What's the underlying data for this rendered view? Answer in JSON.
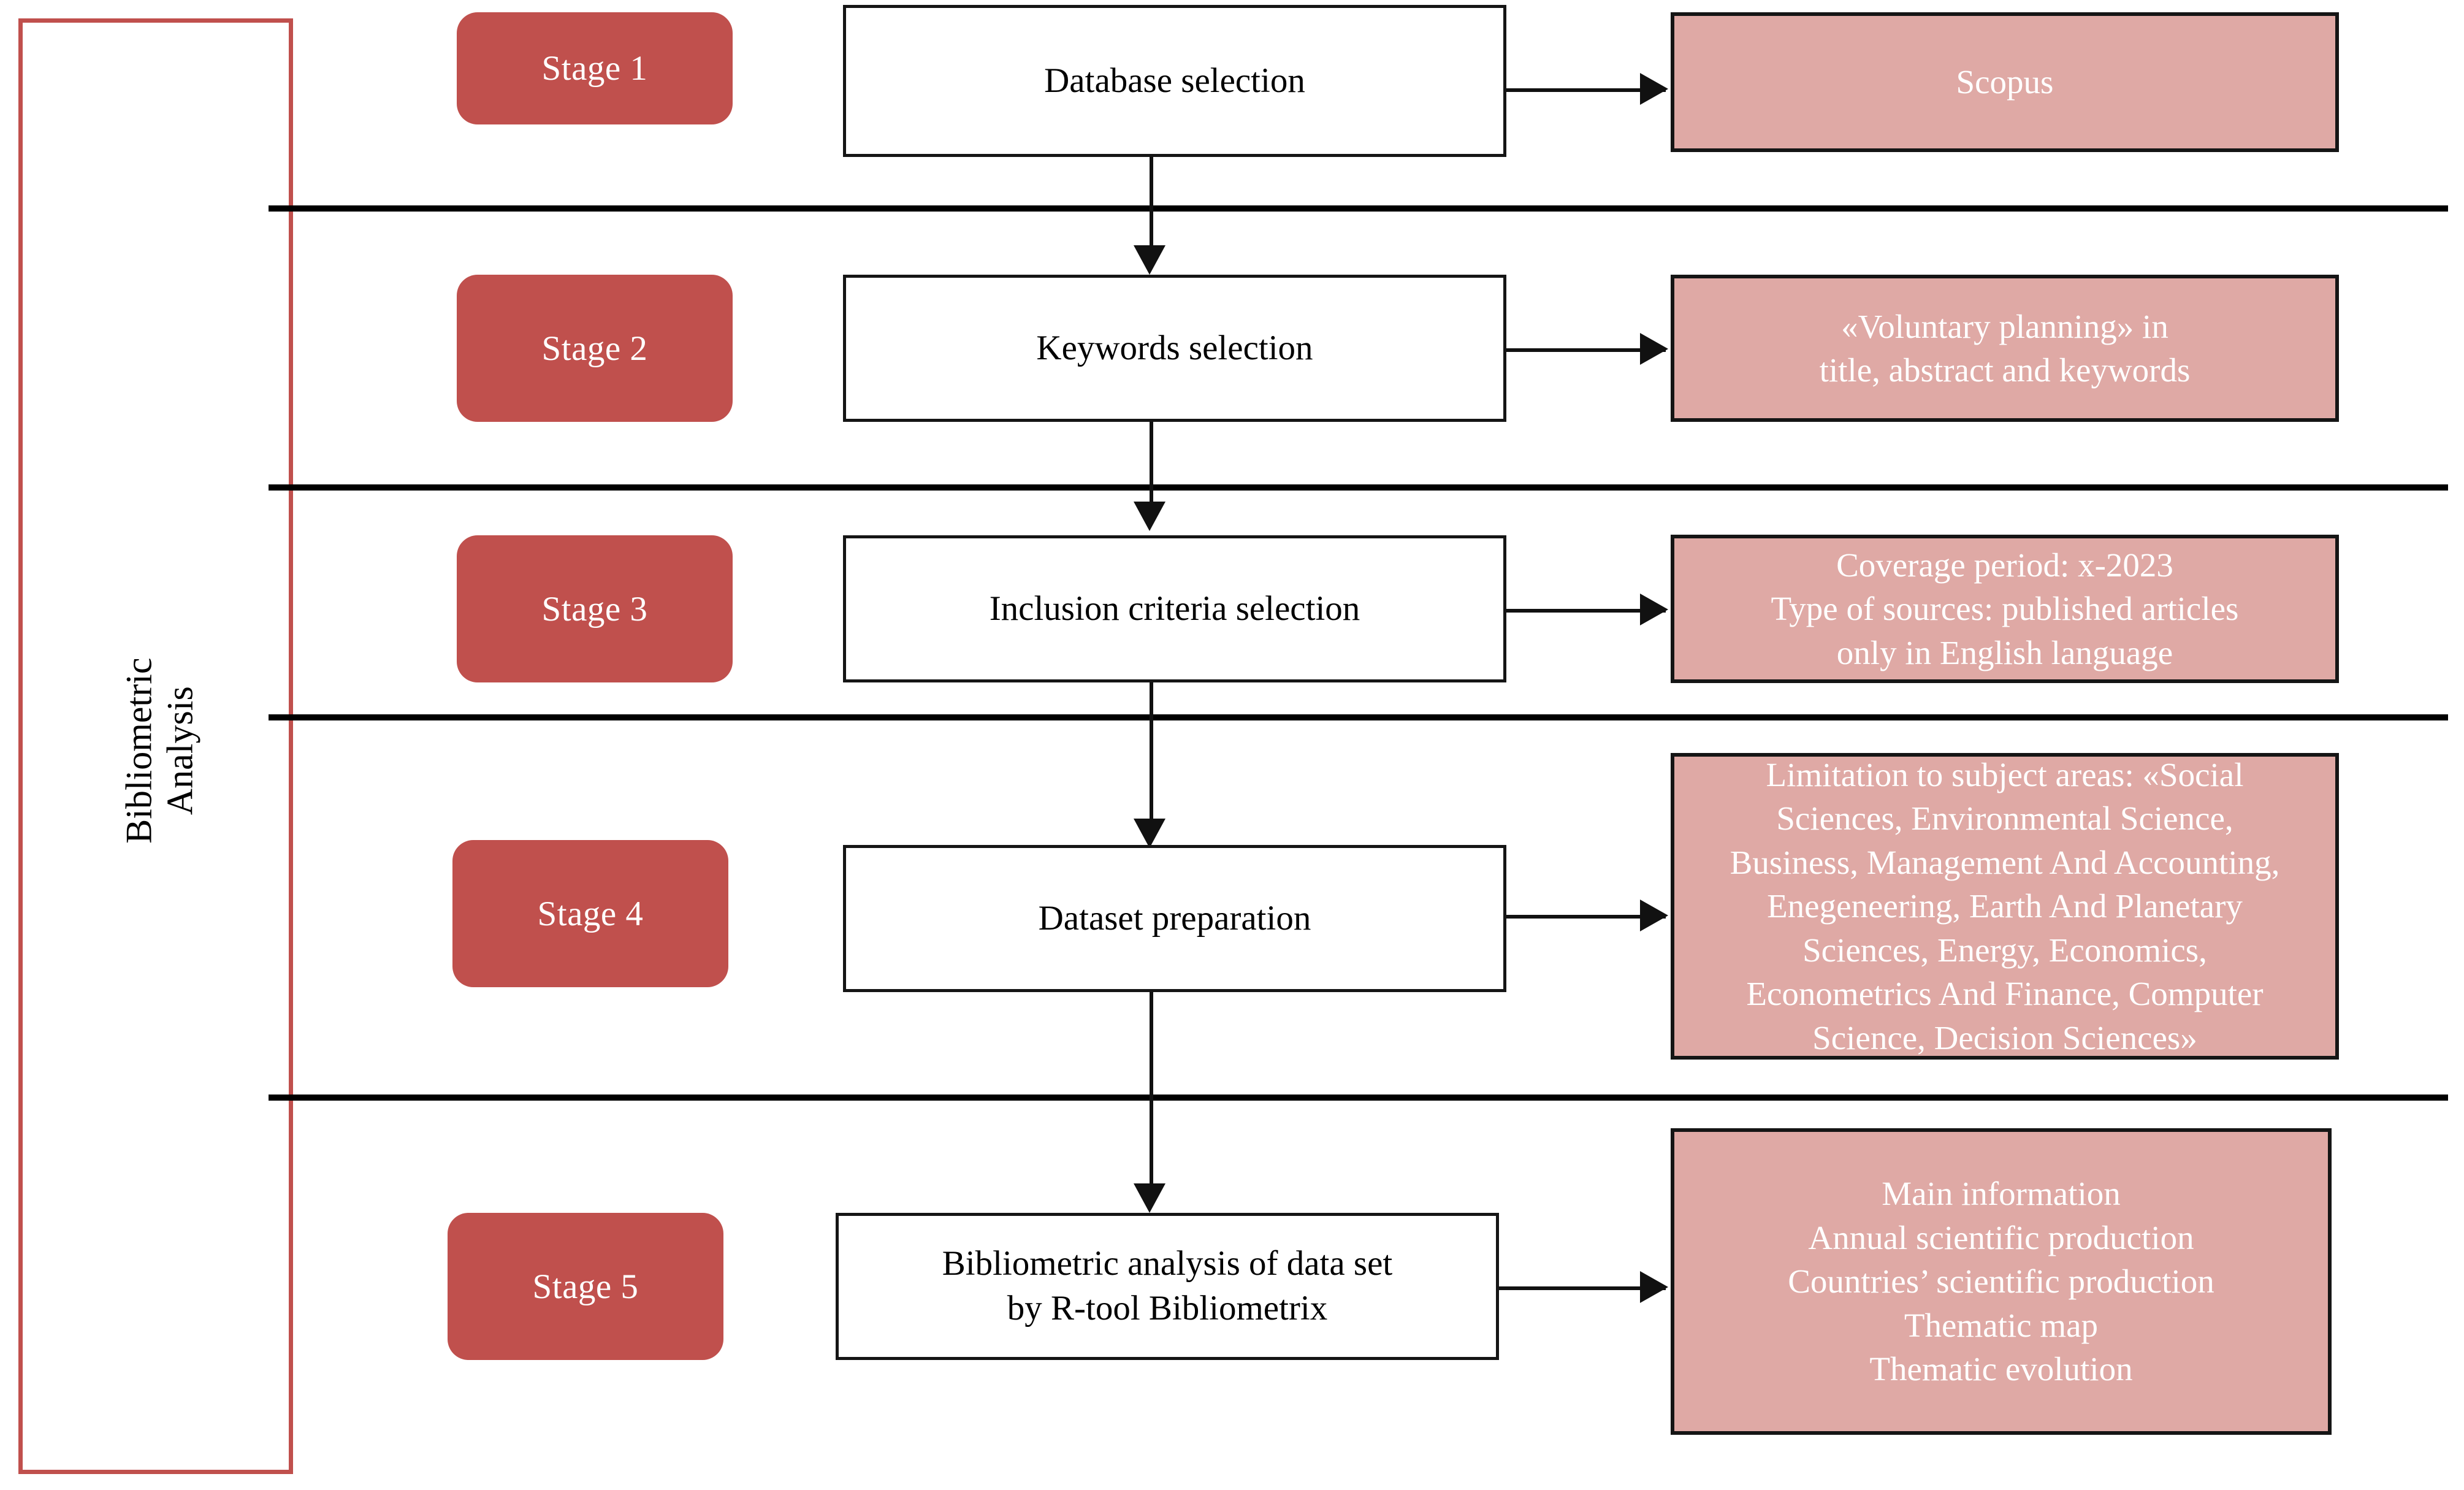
{
  "group": {
    "label": "Bibliometric\nAnalysis"
  },
  "colors": {
    "stage_badge": "#c0504d",
    "detail_box": "#dfa9a5",
    "frame_border": "#c0504d",
    "box_border": "#151515",
    "text_dark": "#000000",
    "text_light": "#ffffff"
  },
  "stages": [
    {
      "badge": "Stage 1",
      "process": "Database selection",
      "detail": "Scopus"
    },
    {
      "badge": "Stage 2",
      "process": "Keywords selection",
      "detail": "«Voluntary planning» in\ntitle, abstract and keywords"
    },
    {
      "badge": "Stage 3",
      "process": "Inclusion criteria selection",
      "detail": "Coverage period: x-2023\nType of sources: published articles\nonly in English language"
    },
    {
      "badge": "Stage 4",
      "process": "Dataset preparation",
      "detail": "Limitation to subject areas: «Social\nSciences, Environmental Science,\nBusiness, Management And Accounting,\nEnegeneering, Earth And Planetary\nSciences, Energy, Economics,\nEconometrics And Finance, Computer\nScience, Decision Sciences»"
    },
    {
      "badge": "Stage 5",
      "process": "Bibliometric analysis of data set\nby R-tool Bibliometrix",
      "detail": "Main information\nAnnual scientific production\nCountries’ scientific production\nThematic map\nThematic evolution"
    }
  ]
}
